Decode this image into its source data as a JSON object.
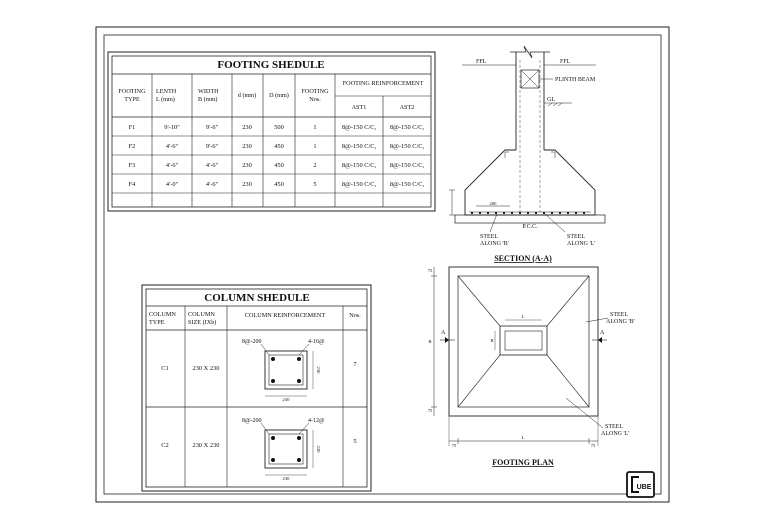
{
  "footing_schedule": {
    "title": "FOOTING  SHEDULE",
    "headers": {
      "type": [
        "FOOTING",
        "TYPE"
      ],
      "length": [
        "LENTH",
        "L (mm)"
      ],
      "width": [
        "WIDTH",
        "B (mm)"
      ],
      "d": "d (mm)",
      "D": "D (mm)",
      "nos": [
        "FOOTING",
        "Nos."
      ],
      "reinforcement": "FOOTING REINFORCEMENT",
      "ast1": "AST1",
      "ast2": "AST2"
    },
    "rows": [
      [
        "F1",
        "9'-10\"",
        "9'-6\"",
        "230",
        "500",
        "1",
        "8@-150 C/C,",
        "8@-150 C/C,"
      ],
      [
        "F2",
        "4'-6\"",
        "9'-6\"",
        "230",
        "450",
        "1",
        "8@-150 C/C,",
        "8@-150 C/C,"
      ],
      [
        "F3",
        "4'-6\"",
        "4'-6\"",
        "230",
        "450",
        "2",
        "8@-150 C/C,",
        "8@-150 C/C,"
      ],
      [
        "F4",
        "4'-0\"",
        "4'-6\"",
        "230",
        "450",
        "5",
        "8@-150 C/C,",
        "8@-150 C/C,"
      ]
    ]
  },
  "column_schedule": {
    "title": "COLUMN  SHEDULE",
    "headers": {
      "type": [
        "COLUMN",
        "TYPE"
      ],
      "size": [
        "COLUMN",
        "SIZE (IXb)"
      ],
      "reinforcement": "COLUMN REINFORCEMENT",
      "nos": "Nos."
    },
    "rows": [
      {
        "type": "C1",
        "size": "230 X 230",
        "nos": "7",
        "tie": "8@-200",
        "bars": "4-16@",
        "w": "230",
        "h": "230"
      },
      {
        "type": "C2",
        "size": "230 X 230",
        "nos": "5",
        "tie": "8@-200",
        "bars": "4-12@",
        "w": "230",
        "h": "230"
      }
    ]
  },
  "section": {
    "caption": "SECTION  (A-A)",
    "ffl_left": "FFL",
    "ffl_right": "FFL",
    "plinth_beam": "PLINTH BEAM",
    "gl": "GL",
    "dim_200": "200",
    "pcc": "P.C.C.",
    "steel_b": [
      "STEEL",
      "ALONG 'B'"
    ],
    "steel_l": [
      "STEEL",
      "ALONG 'L'"
    ]
  },
  "plan": {
    "caption": "FOOTING PLAN",
    "section_mark": "A",
    "steel_b": [
      "STEEL",
      "ALONG 'B'"
    ],
    "steel_l": [
      "STEEL",
      "ALONG 'L'"
    ],
    "dim_75": "75",
    "dim_l": "L",
    "dim_b": "B"
  },
  "logo": {
    "text": "UBE"
  }
}
